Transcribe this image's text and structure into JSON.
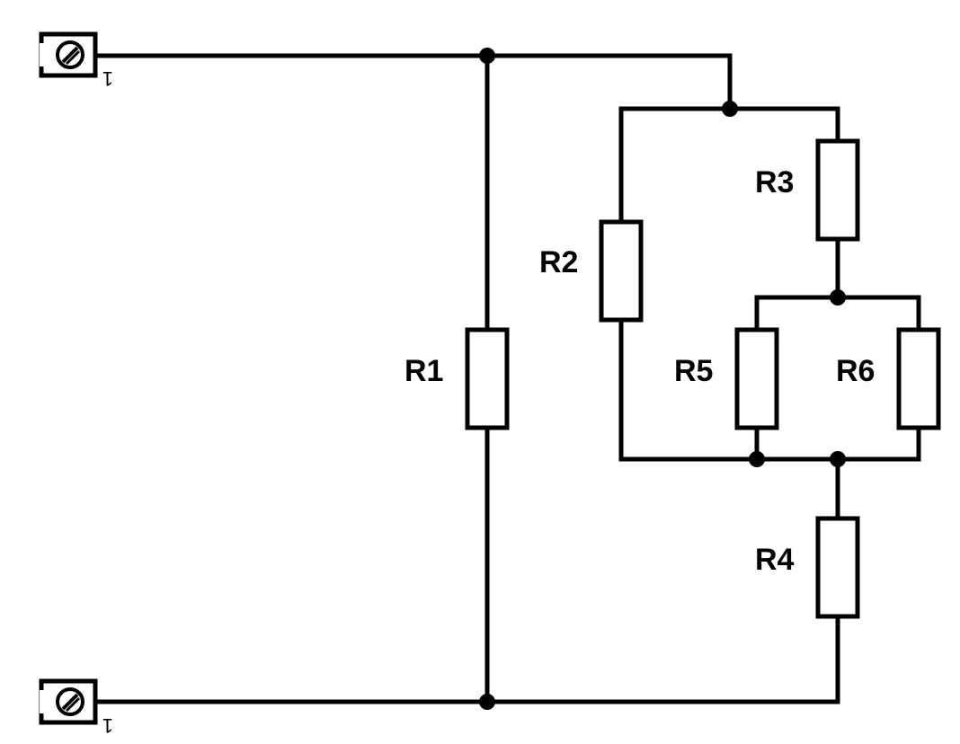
{
  "diagram": {
    "resistors": [
      {
        "id": "R1",
        "label": "R1"
      },
      {
        "id": "R2",
        "label": "R2"
      },
      {
        "id": "R3",
        "label": "R3"
      },
      {
        "id": "R4",
        "label": "R4"
      },
      {
        "id": "R5",
        "label": "R5"
      },
      {
        "id": "R6",
        "label": "R6"
      }
    ],
    "terminals": [
      {
        "id": "top",
        "mark": "1"
      },
      {
        "id": "bottom",
        "mark": "1"
      }
    ]
  }
}
